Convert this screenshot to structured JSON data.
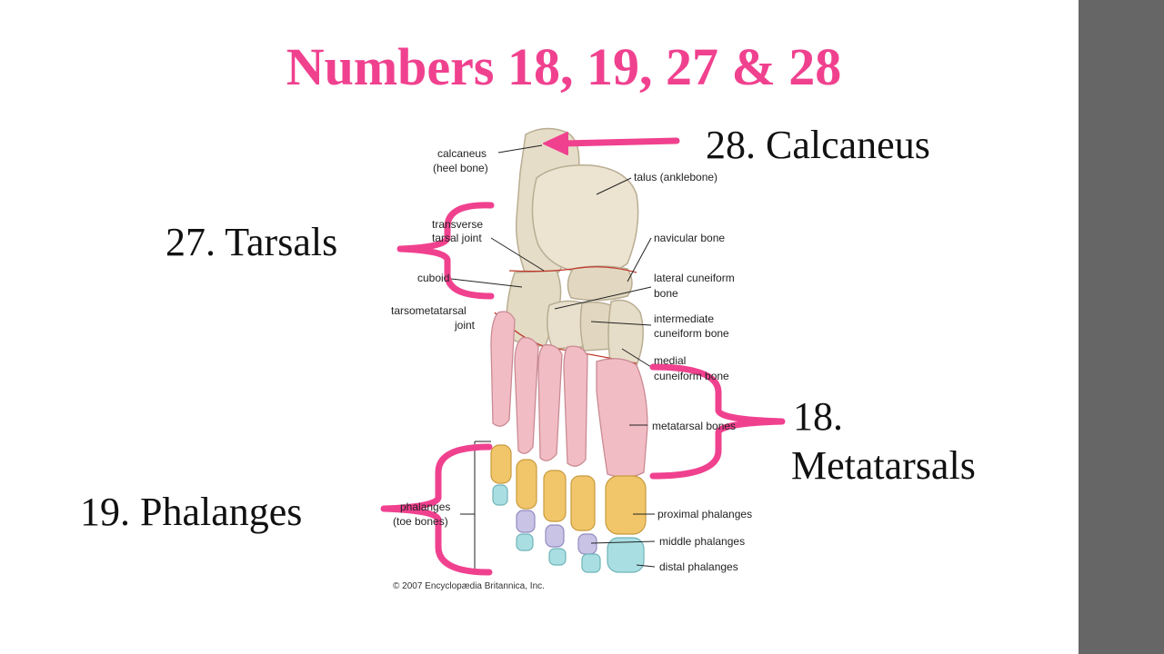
{
  "slide": {
    "title": "Numbers 18, 19, 27 & 28",
    "title_color": "#f0418f",
    "sidebar_color": "#666666"
  },
  "callouts": {
    "calcaneus": "28.  Calcaneus",
    "tarsals": "27.  Tarsals",
    "metatarsals_number": "18.",
    "metatarsals_name": "Metatarsals",
    "phalanges": "19.  Phalanges"
  },
  "figure": {
    "labels": {
      "calcaneus_1": "calcaneus",
      "calcaneus_2": "(heel bone)",
      "talus": "talus (anklebone)",
      "transverse_1": "transverse",
      "transverse_2": "tarsal joint",
      "navicular": "navicular bone",
      "cuboid": "cuboid",
      "lateral_cuneiform_1": "lateral cuneiform",
      "lateral_cuneiform_2": "bone",
      "tarsometatarsal_1": "tarsometatarsal",
      "tarsometatarsal_2": "joint",
      "intermediate_cuneiform_1": "intermediate",
      "intermediate_cuneiform_2": "cuneiform bone",
      "medial_cuneiform_1": "medial",
      "medial_cuneiform_2": "cuneiform bone",
      "metatarsal": "metatarsal bones",
      "phalanges_1": "phalanges",
      "phalanges_2": "(toe bones)",
      "proximal": "proximal phalanges",
      "middle": "middle phalanges",
      "distal": "distal phalanges"
    },
    "copyright": "© 2007 Encyclopædia Britannica, Inc.",
    "colors": {
      "arrow": "#f0418f",
      "tarsal_bone": "#e6ddc8",
      "metatarsal_bone": "#f2bcc4",
      "proximal_phalanx": "#f1c66a",
      "middle_phalanx": "#c9c3e6",
      "distal_phalanx": "#a9dfe2",
      "joint_line": "#c0392b"
    }
  }
}
